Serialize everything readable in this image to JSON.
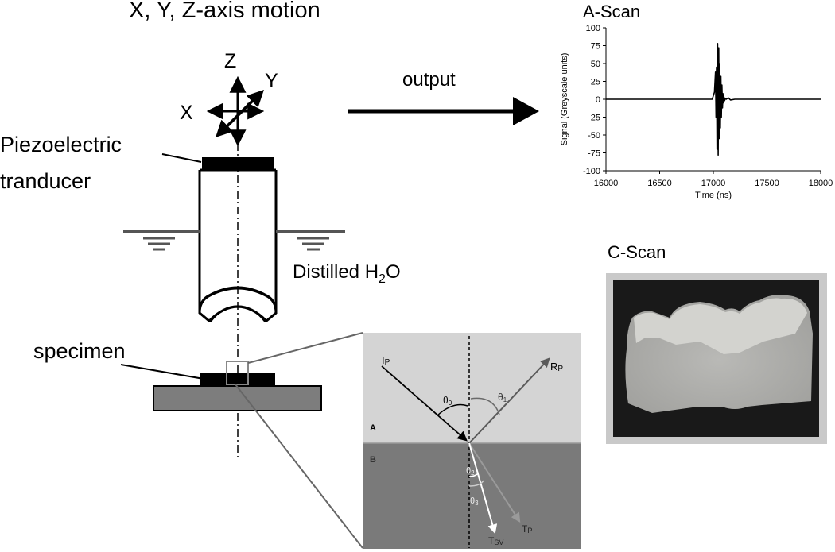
{
  "labels": {
    "motion_title": "X, Y, Z-axis motion",
    "axis_z": "Z",
    "axis_y": "Y",
    "axis_x": "X",
    "output": "output",
    "transducer_line1": "Piezoelectric",
    "transducer_line2": "tranducer",
    "water_main": "Distilled H",
    "water_sub": "2",
    "water_tail": "O",
    "specimen": "specimen",
    "ascan_title": "A-Scan",
    "cscan_title": "C-Scan"
  },
  "inset": {
    "medium_a": "A",
    "medium_b": "B",
    "incident_main": "I",
    "incident_sub": "P",
    "reflected_main": "R",
    "reflected_sub": "P",
    "transmitted_p_main": "T",
    "transmitted_p_sub": "P",
    "transmitted_sv_main": "T",
    "transmitted_sv_sub": "SV",
    "theta0_main": "θ",
    "theta0_sub": "0",
    "theta1_main": "θ",
    "theta1_sub": "1",
    "theta2_main": "θ",
    "theta2_sub": "2",
    "theta3_main": "θ",
    "theta3_sub": "3",
    "colors": {
      "medium_a": "#d4d4d4",
      "medium_b": "#7a7a7a"
    }
  },
  "chart_data": {
    "type": "line",
    "title": "A-Scan",
    "xlabel": "Time (ns)",
    "ylabel": "Signal (Greyscale units)",
    "xlim": [
      16000,
      18000
    ],
    "ylim": [
      -100,
      100
    ],
    "xticks": [
      16000,
      16500,
      17000,
      17500,
      18000
    ],
    "yticks": [
      100,
      75,
      50,
      25,
      0,
      -25,
      -50,
      -75,
      -100
    ],
    "series": [
      {
        "x": [
          16000,
          16990,
          17010,
          17020,
          17025,
          17030,
          17035,
          17040,
          17045,
          17050,
          17055,
          17060,
          17065,
          17070,
          17075,
          17080,
          17085,
          17090,
          17095,
          17100,
          17105,
          17110,
          17120,
          17140,
          17160,
          17200,
          18000
        ],
        "values": [
          0,
          0,
          10,
          38,
          -25,
          45,
          -70,
          78,
          -78,
          72,
          -55,
          50,
          -40,
          32,
          -25,
          20,
          -12,
          8,
          -5,
          3,
          -2,
          1,
          0,
          2,
          -1,
          0,
          0
        ]
      }
    ]
  }
}
